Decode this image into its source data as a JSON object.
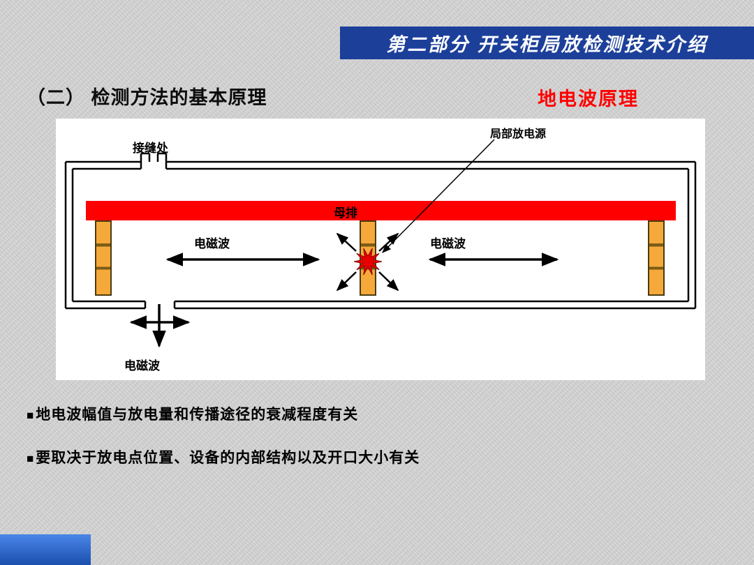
{
  "header": {
    "title": "第二部分  开关柜局放检测技术介绍"
  },
  "titles": {
    "section": "（二） 检测方法的基本原理",
    "topic": "地电波原理"
  },
  "diagram": {
    "seam_label": "接缝处",
    "pd_source_label": "局部放电源",
    "busbar_label": "母排",
    "em_wave_left": "电磁波",
    "em_wave_right": "电磁波",
    "em_wave_bottom": "电磁波"
  },
  "bullets": [
    {
      "marker": "■",
      "text": "地电波幅值与放电量和传播途径的衰减程度有关"
    },
    {
      "marker": "■",
      "text": "要取决于放电点位置、设备的内部结构以及开口大小有关"
    }
  ],
  "colors": {
    "header_bg": "#1c3f9a",
    "title_red": "#ff0000",
    "busbar_red": "#fe0000",
    "insulator_orange": "#f6a93b",
    "footer_blue": "#2e6ad2"
  }
}
